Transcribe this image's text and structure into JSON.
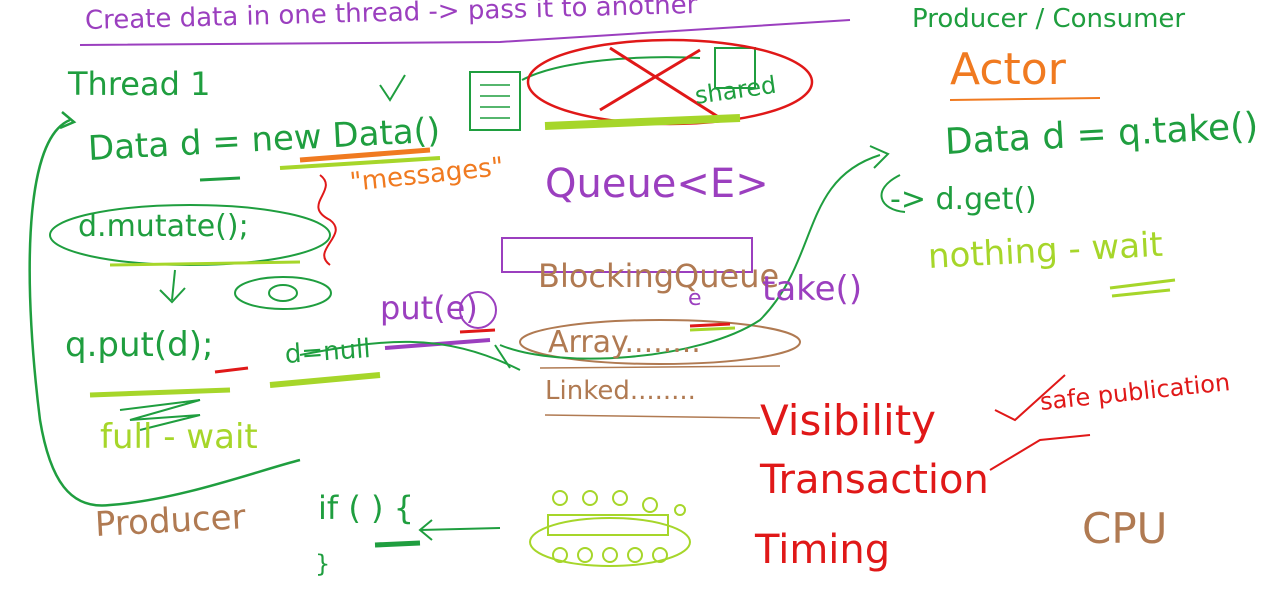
{
  "colors": {
    "purple": "#9b3fbf",
    "green": "#1f9e3f",
    "orange": "#f07a20",
    "brown": "#b07a52",
    "red": "#e01818",
    "lime": "#a6d62a",
    "background": "#ffffff"
  },
  "labels": {
    "heading": "Create data in one thread -> pass it to another",
    "producer_consumer": "Producer / Consumer",
    "actor": "Actor",
    "thread": "Thread 1",
    "shared": "shared",
    "data_new": "Data d = new Data()",
    "messages": "\"messages\"",
    "queue_e": "Queue<E>",
    "consumer_take": "Data d = q.take()",
    "consumer_get": "-> d.get()",
    "do_mutate": "d.mutate();",
    "put_e": "put(e)",
    "blocking_queue": "BlockingQueue",
    "e": "e",
    "take": "take()",
    "nothing_wait": "nothing - wait",
    "q_put": "q.put(d);",
    "d_null": "d=null",
    "array": "Array........",
    "linked": "Linked........",
    "full_wait": "full - wait",
    "visibility": "Visibility",
    "safe_publication": "safe publication",
    "transaction": "Transaction",
    "producer": "Producer",
    "if_block": "if ( ) {",
    "close_brace": "}",
    "timing": "Timing",
    "cpu": "CPU"
  }
}
